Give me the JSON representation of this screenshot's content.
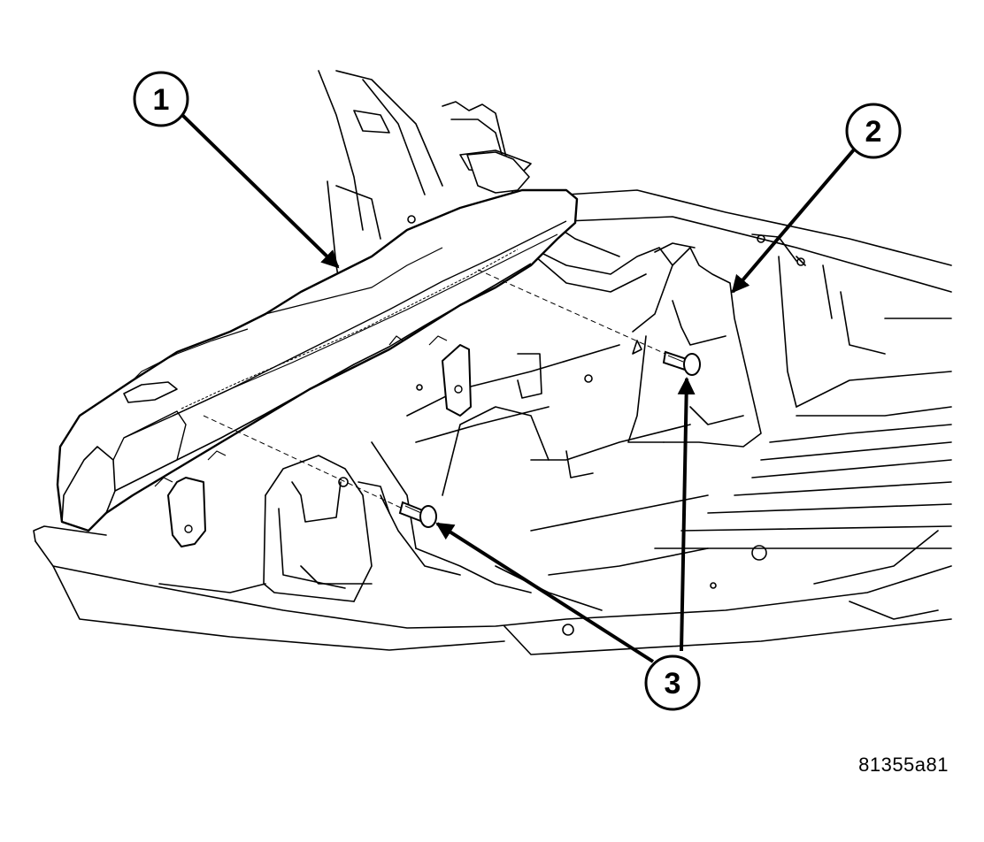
{
  "figure": {
    "figure_id": "81355a81",
    "line_color": "#000000",
    "background_color": "#ffffff"
  },
  "callouts": [
    {
      "number": "1"
    },
    {
      "number": "2"
    },
    {
      "number": "3"
    }
  ]
}
